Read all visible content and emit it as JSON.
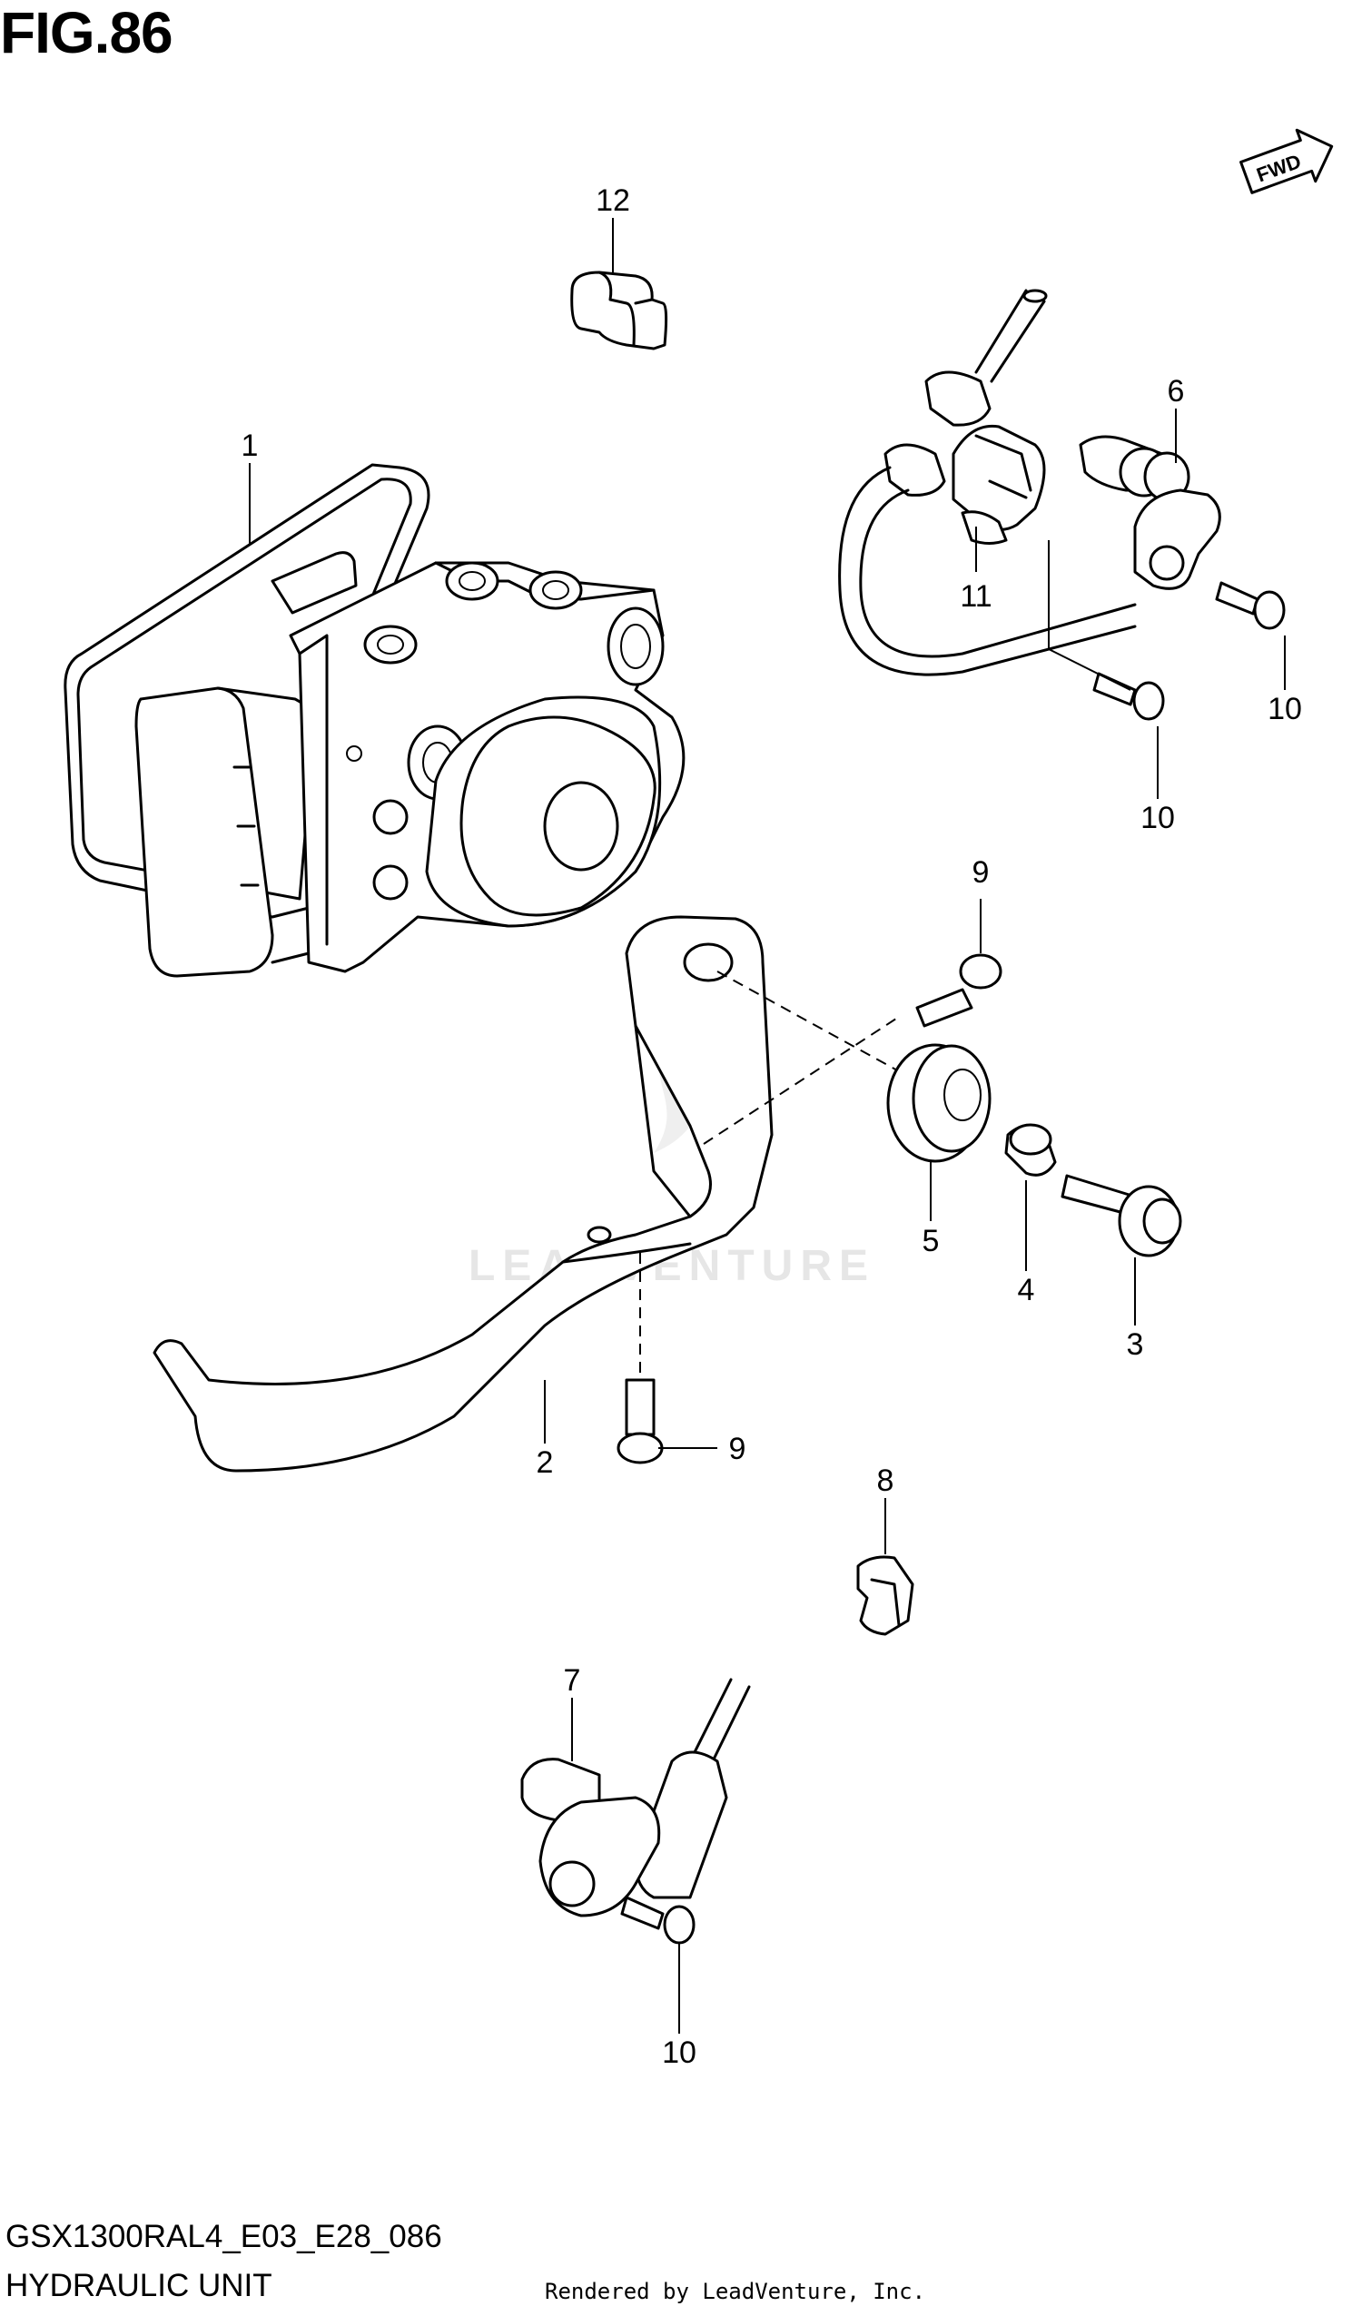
{
  "figure": {
    "title": "FIG.86",
    "code": "GSX1300RAL4_E03_E28_086",
    "description": "HYDRAULIC UNIT",
    "credit": "Rendered by LeadVenture, Inc.",
    "watermark": "LEADVENTURE",
    "direction_badge": "FWD"
  },
  "callouts": {
    "c1": "1",
    "c2": "2",
    "c3": "3",
    "c4": "4",
    "c5": "5",
    "c6": "6",
    "c7": "7",
    "c8": "8",
    "c9a": "9",
    "c9b": "9",
    "c10a": "10",
    "c10b": "10",
    "c10c": "10",
    "c11": "11",
    "c12": "12"
  },
  "colors": {
    "line": "#000000",
    "background": "#ffffff",
    "watermark": "#e6e6e6"
  }
}
